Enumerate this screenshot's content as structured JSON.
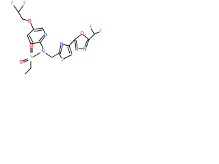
{
  "molecule": {
    "colors": {
      "bond": "#000000",
      "carbon": "#000000",
      "fluorine": "#33cc33",
      "oxygen": "#ff0000",
      "nitrogen": "#3050f8",
      "sulfur": "#c8a000"
    },
    "atoms": {
      "F_top_left": "F",
      "F_top_right": "F",
      "O_ether": "O",
      "N_pyridine": "N",
      "N_sulfonamide": "N",
      "S_sulfonyl": "S",
      "O_sulfonyl_top": "O",
      "O_sulfonyl_left": "O",
      "S_thiazole": "S",
      "N_thiazole": "N",
      "O_oxadiazole": "O",
      "N_oxadiazole_1": "N",
      "N_oxadiazole_2": "N",
      "F_right_top": "F",
      "F_right_bottom": "F"
    }
  }
}
